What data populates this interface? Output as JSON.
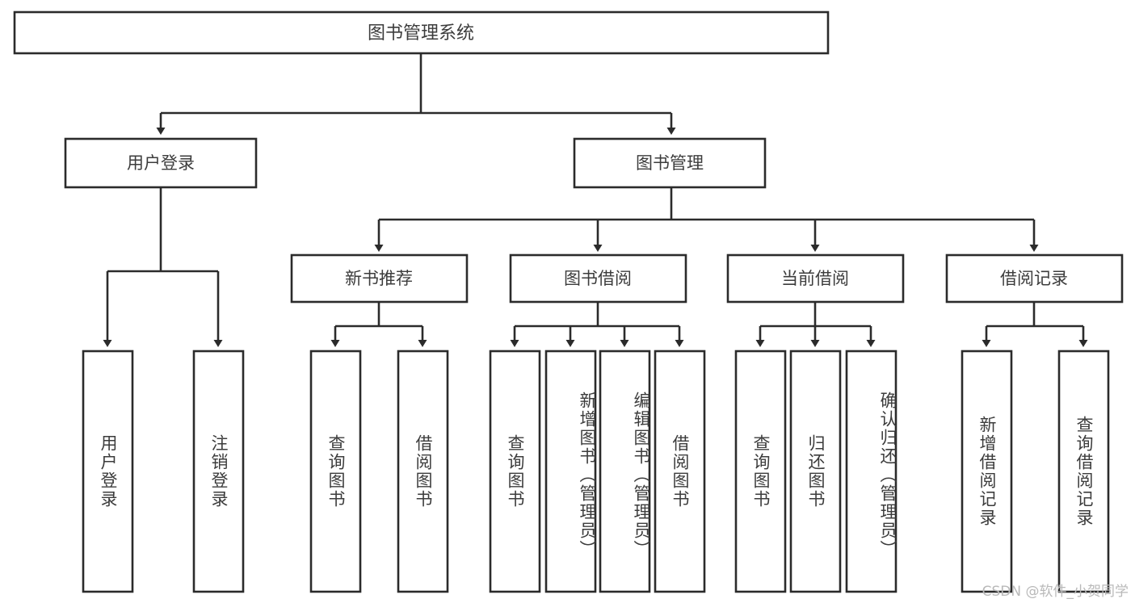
{
  "diagram": {
    "title": "图书管理系统",
    "type": "tree-hierarchy",
    "root": {
      "label": "图书管理系统"
    },
    "level2": [
      {
        "label": "用户登录"
      },
      {
        "label": "图书管理"
      }
    ],
    "level3": [
      {
        "label": "新书推荐",
        "parent": "图书管理"
      },
      {
        "label": "图书借阅",
        "parent": "图书管理"
      },
      {
        "label": "当前借阅",
        "parent": "图书管理"
      },
      {
        "label": "借阅记录",
        "parent": "图书管理"
      }
    ],
    "leaves": {
      "user_login": [
        {
          "label": "用户登录"
        },
        {
          "label": "注销登录"
        }
      ],
      "new_book_recommend": [
        {
          "label": "查询图书"
        },
        {
          "label": "借阅图书"
        }
      ],
      "book_borrow": [
        {
          "label": "查询图书"
        },
        {
          "label": "新增图书（管理员）"
        },
        {
          "label": "编辑图书（管理员）"
        },
        {
          "label": "借阅图书"
        }
      ],
      "current_borrow": [
        {
          "label": "查询图书"
        },
        {
          "label": "归还图书"
        },
        {
          "label": "确认归还（管理员）"
        }
      ],
      "borrow_record": [
        {
          "label": "新增借阅记录"
        },
        {
          "label": "查询借阅记录"
        }
      ]
    }
  },
  "watermark": {
    "text": "CSDN @软件_小贺同学"
  },
  "colors": {
    "stroke": "#2b2b2b",
    "text": "#3c3c3c",
    "background": "#ffffff",
    "watermark": "#b9b9b9"
  }
}
